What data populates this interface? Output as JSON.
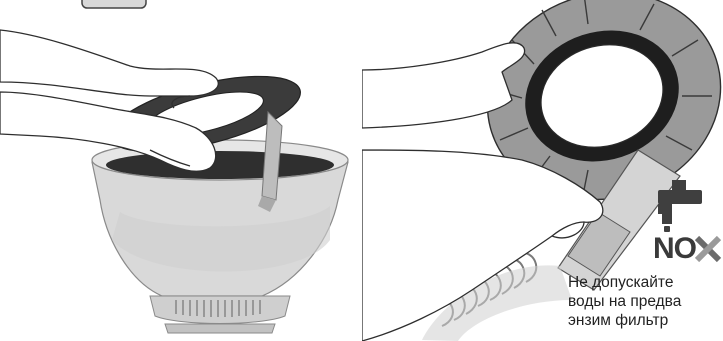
{
  "warning": {
    "no_label": "NO",
    "line1": "Не допускайте",
    "line2": "воды на предва",
    "line3": "энзим фильтр"
  },
  "icons": {
    "faucet": "faucet-icon",
    "prohibition": "cross-icon"
  }
}
